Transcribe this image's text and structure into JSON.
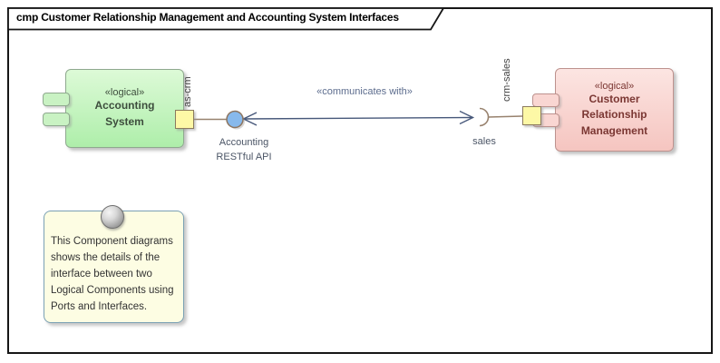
{
  "frame": {
    "title": "cmp Customer Relationship Management and Accounting System Interfaces"
  },
  "components": {
    "accounting": {
      "stereotype": "«logical»",
      "name": "Accounting\nSystem",
      "fill": "#c7f2c0",
      "border": "#8fa98f",
      "port_label": "as-crm",
      "provided_interface_label": "Accounting\nRESTful API"
    },
    "crm": {
      "stereotype": "«logical»",
      "name": "Customer\nRelationship\nManagement",
      "fill": "#f8d2cd",
      "border": "#bd928e",
      "port_label": "crm-sales",
      "required_interface_label": "sales"
    }
  },
  "connector": {
    "label": "«communicates with»",
    "line_color": "#47587a"
  },
  "note": {
    "text": "This Component diagrams\nshows the details of the\ninterface between two\nLogical Components using\nPorts and Interfaces."
  },
  "colors": {
    "port_fill": "#fdf8a6",
    "port_border": "#8b7a5e",
    "ball_fill": "#87b9ec",
    "link_brown": "#98826e",
    "note_fill": "#fdfde3",
    "note_border": "#7aa0b4",
    "frame_border": "#161616"
  }
}
